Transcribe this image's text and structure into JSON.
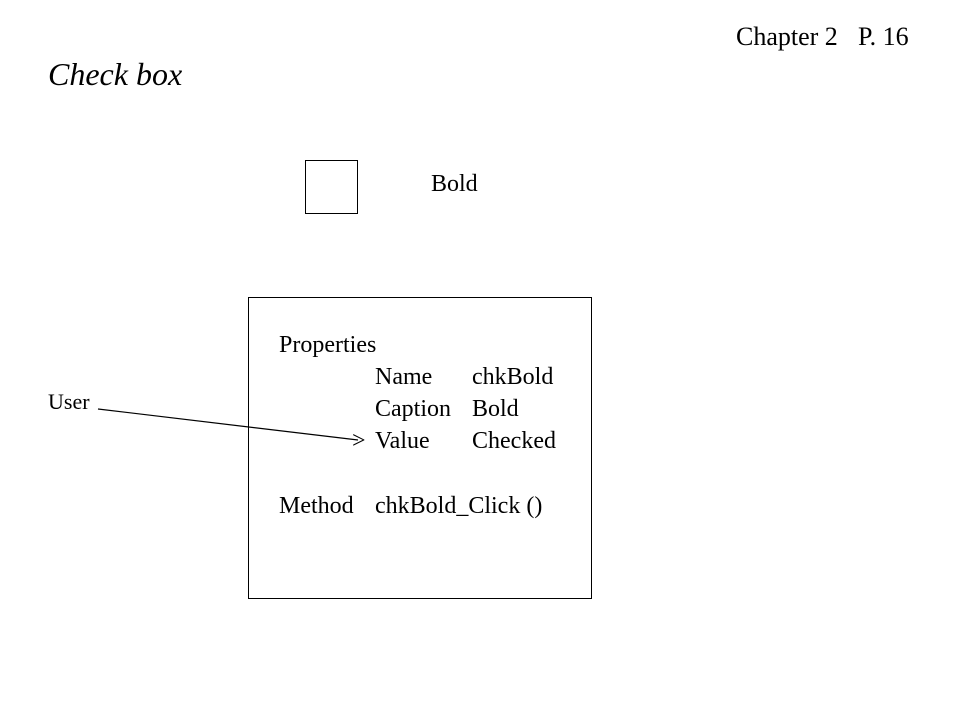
{
  "header": {
    "chapter": "Chapter 2",
    "page": "P. 16"
  },
  "title": "Check box",
  "checkbox": {
    "caption": "Bold"
  },
  "object": {
    "properties_heading": "Properties",
    "properties": [
      {
        "name": "Name",
        "value": "chkBold"
      },
      {
        "name": "Caption",
        "value": "Bold"
      },
      {
        "name": "Value",
        "value": "Checked"
      }
    ],
    "method_label": "Method",
    "method_value": "chkBold_Click ()"
  },
  "actor": {
    "label": "User",
    "arrow_head": ">"
  }
}
